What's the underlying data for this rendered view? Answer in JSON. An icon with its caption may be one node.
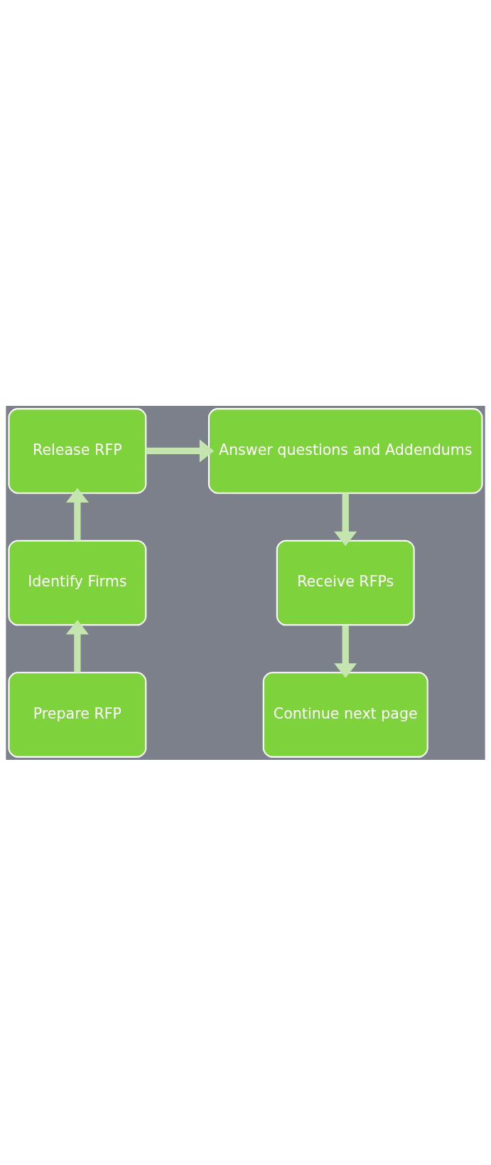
{
  "diagram": {
    "nodes": [
      {
        "text": [
          "Prepare RFP"
        ]
      },
      {
        "text": [
          "Identify Firms"
        ]
      },
      {
        "text": [
          "Release RFP"
        ]
      },
      {
        "text": [
          "Answer questions and Addendums"
        ]
      },
      {
        "text": [
          "Receive RFPs"
        ]
      },
      {
        "text": [
          "Continue next page"
        ]
      }
    ],
    "edges": [
      {
        "from": 0,
        "to": 1,
        "arrow": "to"
      },
      {
        "from": 1,
        "to": 2,
        "arrow": "to"
      },
      {
        "from": 2,
        "to": 3,
        "arrow": "to"
      },
      {
        "from": 3,
        "to": 4,
        "arrow": "to"
      },
      {
        "from": 4,
        "to": 5,
        "arrow": "to"
      }
    ]
  }
}
